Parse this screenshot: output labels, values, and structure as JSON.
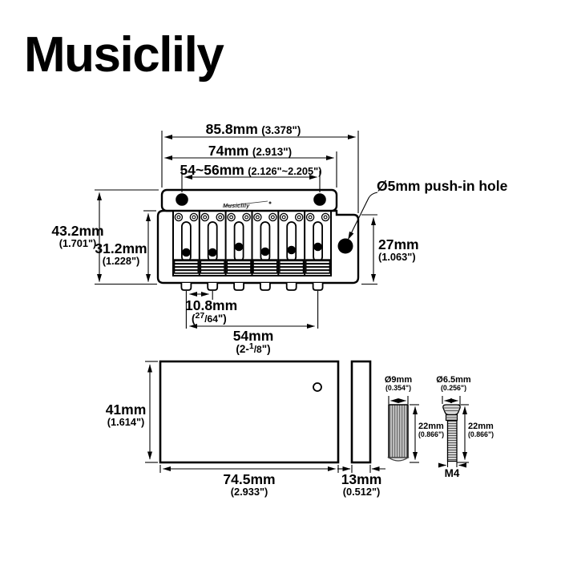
{
  "logo": "Musiclily",
  "colors": {
    "ink": "#000000",
    "background": "#ffffff"
  },
  "top_view": {
    "engraving": "Musiclily",
    "callout_arm_hole": "Ø5mm push-in hole",
    "dim_total_width": {
      "mm": "85.8mm",
      "in": "(3.378\")"
    },
    "dim_plate_width": {
      "mm": "74mm",
      "in": "(2.913\")"
    },
    "dim_mount_spacing": {
      "mm": "54~56mm",
      "in": "(2.126\"~2.205\")"
    },
    "dim_total_height": {
      "mm": "43.2mm",
      "in": "(1.701\")"
    },
    "dim_body_height": {
      "mm": "31.2mm",
      "in": "(1.228\")"
    },
    "dim_right_height": {
      "mm": "27mm",
      "in": "(1.063\")"
    },
    "dim_string_spacing": {
      "mm": "10.8mm",
      "in_open": "(",
      "in_sup": "27",
      "in_body": "/64",
      "in_close": "\")"
    },
    "dim_string_span": {
      "mm": "54mm",
      "in_open": "(2-",
      "in_sup": "1",
      "in_body": "/8",
      "in_close": "\")"
    }
  },
  "block_view": {
    "dim_height": {
      "mm": "41mm",
      "in": "(1.614\")"
    },
    "dim_width": {
      "mm": "74.5mm",
      "in": "(2.933\")"
    },
    "dim_thickness": {
      "mm": "13mm",
      "in": "(0.512\")"
    }
  },
  "bushing": {
    "dim_diameter": {
      "mm": "Ø9mm",
      "in": "(0.354\")"
    },
    "dim_length": {
      "mm": "22mm",
      "in": "(0.866\")"
    }
  },
  "screw": {
    "dim_diameter": {
      "mm": "Ø6.5mm",
      "in": "(0.256\")"
    },
    "dim_length": {
      "mm": "22mm",
      "in": "(0.866\")"
    },
    "thread": "M4"
  }
}
